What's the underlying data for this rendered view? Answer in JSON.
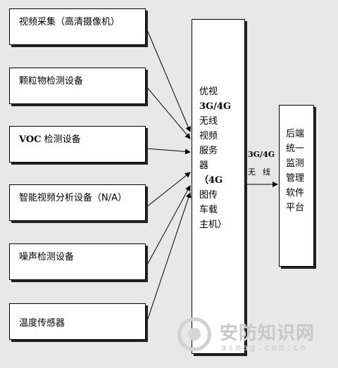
{
  "devices": [
    {
      "prefix": "",
      "label": "视频采集（高清摄像机）"
    },
    {
      "prefix": "",
      "label": "颗粒物检测设备"
    },
    {
      "prefix": "VOC",
      "label": " 检测设备"
    },
    {
      "prefix": "",
      "label": "智能视频分析设备（N/A）"
    },
    {
      "prefix": "",
      "label": "噪声检测设备"
    },
    {
      "prefix": "",
      "label": "温度传感器"
    }
  ],
  "server": {
    "lines": [
      "优视",
      "3G/4G",
      "无线",
      "视频",
      "服务",
      "器",
      "（4G",
      "图传",
      "车载",
      "主机）"
    ]
  },
  "link": {
    "top": "3G/4G",
    "bottom": "无线"
  },
  "platform": {
    "lines": [
      "后端",
      "统一",
      "监测",
      "管理",
      "软件",
      "平台"
    ]
  },
  "watermark": {
    "title": "安防知识网",
    "url": "asmag.com.cn"
  }
}
